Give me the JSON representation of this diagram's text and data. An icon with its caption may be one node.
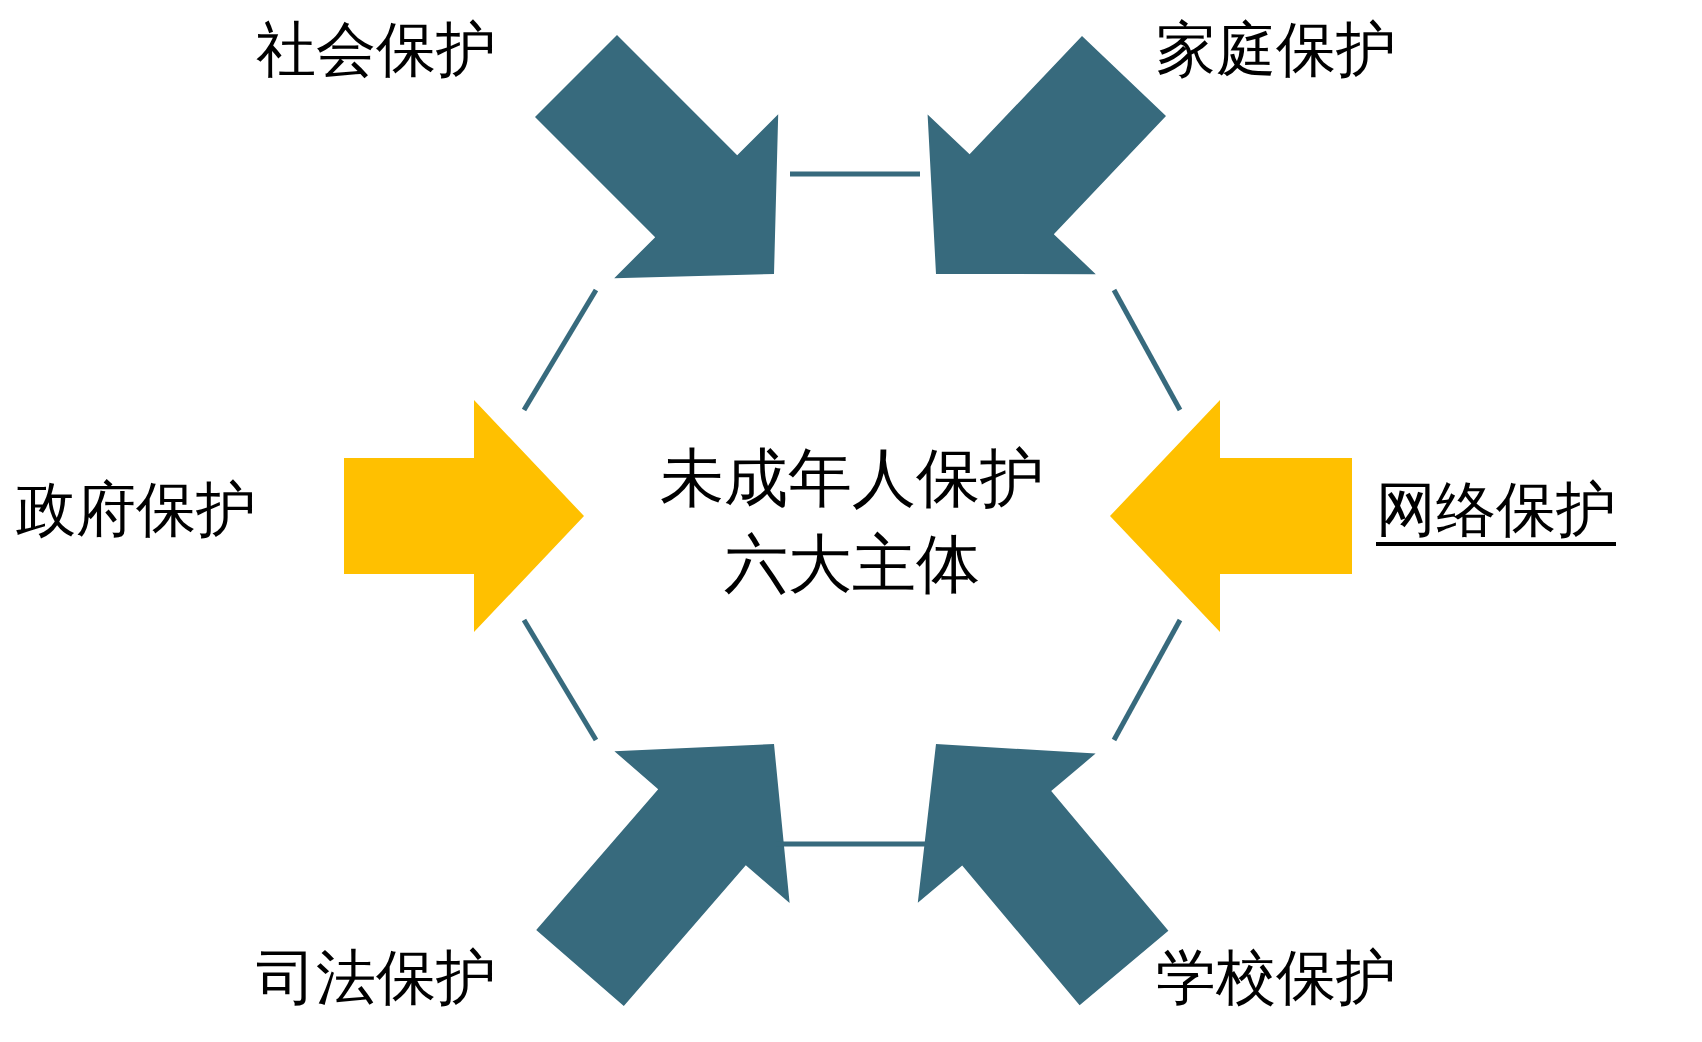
{
  "diagram": {
    "nodes": [
      {
        "text": [
          "未成年人保护六大主体"
        ]
      },
      {
        "text": [
          "社会保护"
        ]
      },
      {
        "text": [
          "家庭保护"
        ]
      },
      {
        "text": [
          "政府保护"
        ]
      },
      {
        "text": [
          "网络保护"
        ]
      },
      {
        "text": [
          "司法保护"
        ]
      },
      {
        "text": [
          "学校保护"
        ]
      }
    ],
    "edges": [
      {
        "from": 1,
        "to": 0,
        "arrow": "to"
      },
      {
        "from": 2,
        "to": 0,
        "arrow": "to"
      },
      {
        "from": 3,
        "to": 0,
        "arrow": "to",
        "color": "#ffc000"
      },
      {
        "from": 4,
        "to": 0,
        "arrow": "to",
        "color": "#ffc000"
      },
      {
        "from": 5,
        "to": 0,
        "arrow": "to"
      },
      {
        "from": 6,
        "to": 0,
        "arrow": "to"
      }
    ]
  }
}
